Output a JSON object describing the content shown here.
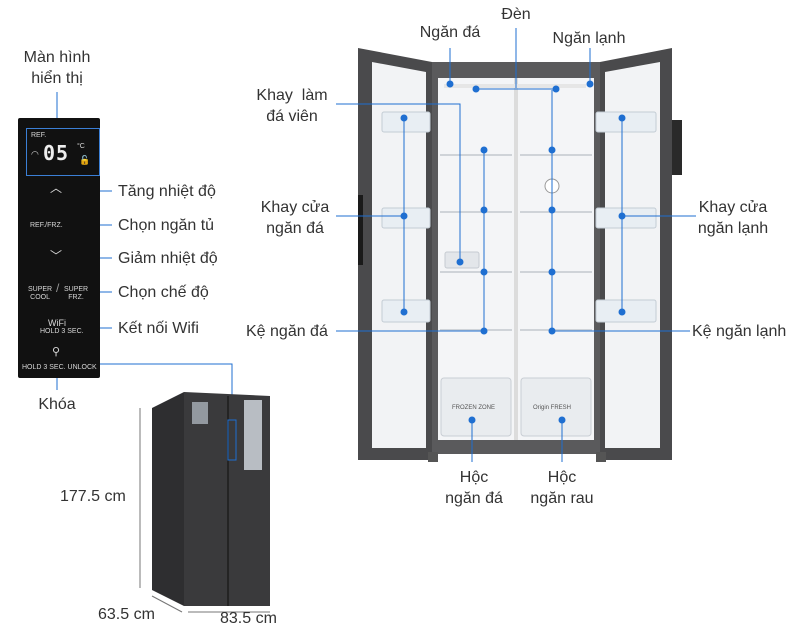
{
  "labels": {
    "display_screen_l1": "Màn hình",
    "display_screen_l2": "hiển thị",
    "increase_temp": "Tăng nhiệt độ",
    "select_compartment": "Chọn ngăn tủ",
    "decrease_temp": "Giảm nhiệt độ",
    "select_mode": "Chọn chế độ",
    "wifi_connect": "Kết nối Wifi",
    "lock": "Khóa",
    "freezer_compartment": "Ngăn đá",
    "light": "Đèn",
    "fridge_compartment": "Ngăn lạnh",
    "ice_tray_l1": "Khay  làm",
    "ice_tray_l2": "đá viên",
    "freezer_door_tray_l1": "Khay cửa",
    "freezer_door_tray_l2": "ngăn đá",
    "fridge_door_tray_l1": "Khay cửa",
    "fridge_door_tray_l2": "ngăn lạnh",
    "freezer_shelf": "Kệ ngăn đá",
    "fridge_shelf": "Kệ ngăn lạnh",
    "freezer_drawer_l1": "Hộc",
    "freezer_drawer_l2": "ngăn đá",
    "veg_drawer_l1": "Hộc",
    "veg_drawer_l2": "ngăn rau"
  },
  "dimensions": {
    "height": "177.5 cm",
    "depth": "63.5 cm",
    "width": "83.5 cm"
  },
  "panel": {
    "ref": "REF.",
    "digits": "05",
    "unit": "°C",
    "ref_frz": "REF./FRZ.",
    "super_cool": "SUPER\nCOOL",
    "super_frz": "SUPER\nFRZ.",
    "wifi": "WiFi",
    "hold3": "HOLD 3 SEC.",
    "hold_unlock": "HOLD 3 SEC. UNLOCK"
  },
  "drawer_text": {
    "freezer": "FROZEN ZONE",
    "crisper": "Origin FRESH"
  },
  "colors": {
    "accent": "#1f6fd1",
    "body": "#3a3a3c",
    "interior": "#f4f5f7"
  }
}
